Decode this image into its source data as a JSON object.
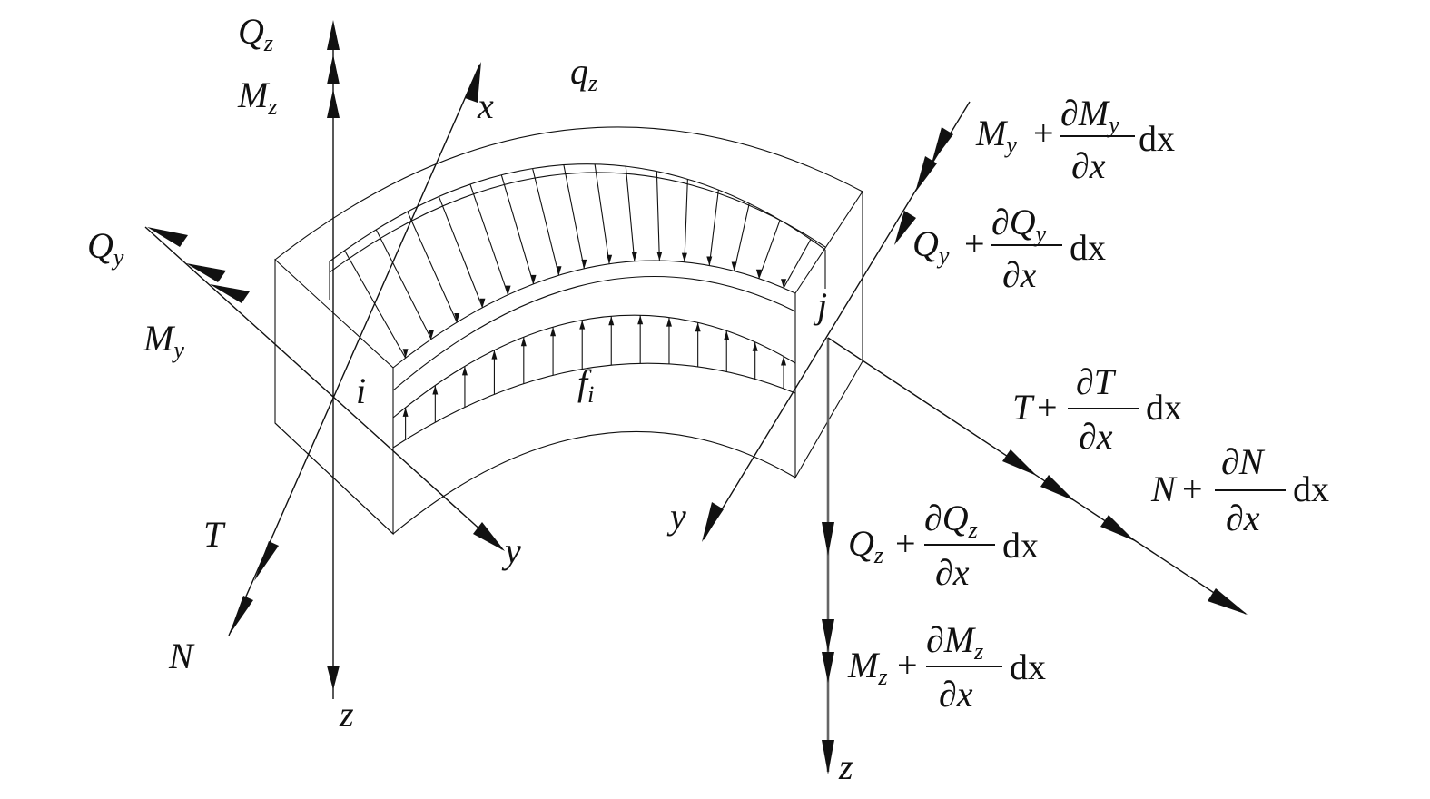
{
  "diagram": {
    "labels": {
      "qz": {
        "main": "q",
        "sub": "z"
      },
      "fi": {
        "main": "f",
        "sub": "i"
      },
      "node_i": "i",
      "node_j": "j",
      "left": {
        "Qz": {
          "main": "Q",
          "sub": "z"
        },
        "Mz": {
          "main": "M",
          "sub": "z"
        },
        "Qy": {
          "main": "Q",
          "sub": "y"
        },
        "My": {
          "main": "M",
          "sub": "y"
        },
        "T": "T",
        "N": "N",
        "x": "x",
        "y": "y",
        "z": "z"
      },
      "right": {
        "y": "y",
        "z": "z",
        "dx": "dx",
        "plus": "+",
        "partial": "∂",
        "den": "x",
        "My": {
          "main": "M",
          "sub": "y"
        },
        "Qy": {
          "main": "Q",
          "sub": "y"
        },
        "T": "T",
        "N": "N",
        "Qz": {
          "main": "Q",
          "sub": "z"
        },
        "Mz": {
          "main": "M",
          "sub": "z"
        }
      }
    }
  }
}
